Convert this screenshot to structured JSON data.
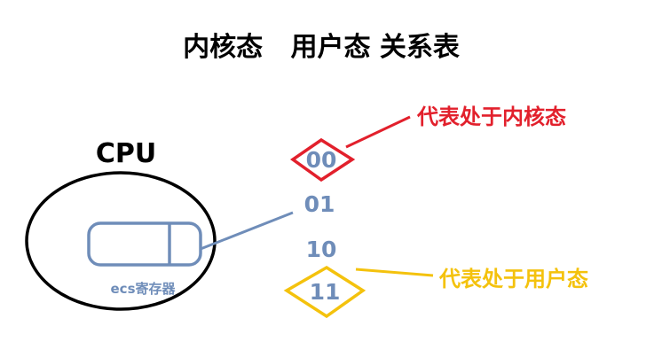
{
  "title": "内核态   用户态 关系表",
  "cpu": {
    "label": "CPU",
    "register_label": "ecs寄存器"
  },
  "bits": [
    "00",
    "01",
    "10",
    "11"
  ],
  "annotations": {
    "kernel": "代表处于内核态",
    "user": "代表处于用户态"
  },
  "colors": {
    "kernel": "#e2202c",
    "user": "#f4c20d",
    "register": "#6f8db9",
    "outline": "#000000"
  }
}
